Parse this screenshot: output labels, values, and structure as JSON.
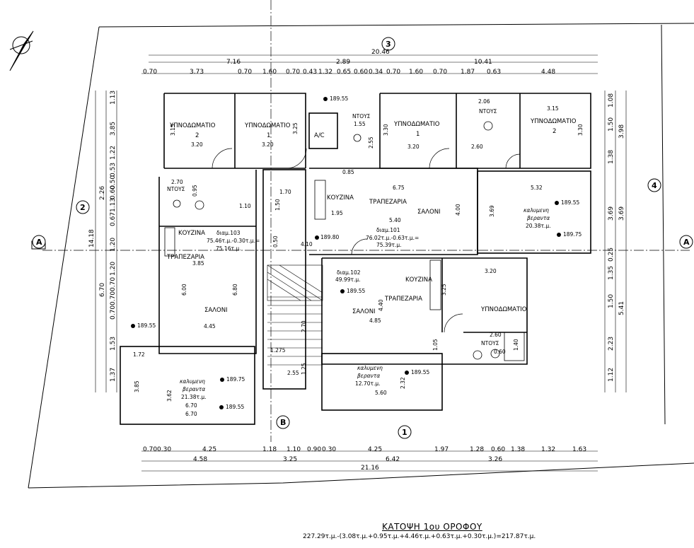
{
  "drawing": {
    "title": "ΚΑΤΟΨΗ 1ου ΟΡΟΦΟΥ",
    "area_calc": "227.29τ.μ.-(3.08τ.μ.+0.95τ.μ.+4.46τ.μ.+0.63τ.μ.+0.30τ.μ.)=217.87τ.μ."
  },
  "axes": {
    "a_left": "A",
    "a_right": "A",
    "b": "B",
    "one": "1",
    "two": "2",
    "three": "3",
    "four": "4"
  },
  "dims_top_total": "20.46",
  "dims_top_mid": [
    "7.16",
    "2.89",
    "10.41"
  ],
  "dims_top": [
    "0.70",
    "3.73",
    "0.70",
    "1.60",
    "0.70",
    "0.43",
    "1.32",
    "0.65",
    "0.60",
    "0.34",
    "0.70",
    "1.60",
    "0.70",
    "1.87",
    "0.63",
    "4.48"
  ],
  "dims_bottom": [
    "0.70",
    "0.30",
    "4.25",
    "1.18",
    "1.10",
    "0.90",
    "0.30",
    "4.25",
    "1.97",
    "1.28",
    "0.60",
    "1.38",
    "1.32",
    "1.63"
  ],
  "dims_bottom_mid": [
    "4.58",
    "3.25",
    "6.42",
    "3.26"
  ],
  "dims_bottom_total": "21.16",
  "dims_left": [
    "1.13",
    "3.85",
    "1.22",
    "0.53",
    "0.50",
    "0.60",
    "1.13",
    "0.67",
    "1.20",
    "1.20",
    "0.70",
    "0.70",
    "0.70",
    "1.53",
    "1.37"
  ],
  "dims_left_mid": [
    "2.26",
    "6.70"
  ],
  "dims_left_total": "14.18",
  "dims_right": [
    "1.08",
    "1.50",
    "1.38",
    "3.69",
    "0.25",
    "1.35",
    "1.50",
    "2.23",
    "1.12"
  ],
  "dims_right_mid": [
    "3.98",
    "3.69",
    "5.41"
  ],
  "rooms": {
    "bedroom": "ΥΠΝΟΔΩΜΑΤΙΟ",
    "living": "ΣΑΛΟΝΙ",
    "dining": "ΤΡΑΠΕΖΑΡΙΑ",
    "kitchen": "ΚΟΥΖΙΝΑ",
    "bath": "ΝΤΟΥΣ",
    "ac": "A/C",
    "veranda_1": "καλυμενη",
    "veranda_2": "βεραντα",
    "n1": "2",
    "n2": "1",
    "n3": "1",
    "n4": "2"
  },
  "apartments": {
    "apt103_name": "διαμ.103",
    "apt103_area": "75.46τ.μ.-0.30τ.μ.=",
    "apt103_net": "75.16τ.μ.",
    "apt101_name": "διαμ.101",
    "apt101_area": "76.02τ.μ.-0.63τ.μ.=",
    "apt101_net": "75.39τ.μ.",
    "apt102_name": "διαμ.102",
    "apt102_area": "49.99τ.μ."
  },
  "verandas": {
    "v_left_area": "21.38τ.μ.",
    "v_mid_area": "12.70τ.μ.",
    "v_right_area": "20.38τ.μ."
  },
  "levels": {
    "l1": "189.55",
    "l2": "189.55",
    "l3": "189.80",
    "l4": "189.55",
    "l5": "189.75",
    "l6": "189.55",
    "l7": "189.55",
    "l8": "189.55",
    "l9": "189.75"
  },
  "inner_dims": {
    "d_320a": "3.20",
    "d_320b": "3.20",
    "d_320c": "3.20",
    "d_320d": "3.20",
    "d_315a": "3.15",
    "d_315b": "3.15",
    "d_325a": "3.25",
    "d_330a": "3.30",
    "d_330b": "3.30",
    "d_675": "6.75",
    "d_540": "5.40",
    "d_400": "4.00",
    "d_532": "5.32",
    "d_369": "3.69",
    "d_385": "3.85",
    "d_600": "6.00",
    "d_680": "6.80",
    "d_445": "4.45",
    "d_440": "4.40",
    "d_485": "4.85",
    "d_325b": "3.25",
    "d_260a": "2.60",
    "d_260b": "2.60",
    "d_270a": "2.70",
    "d_270b": "2.70",
    "d_170": "1.70",
    "d_150": "1.50",
    "d_255a": "2.55",
    "d_255b": "2.55",
    "d_206": "2.06",
    "d_155": "1.55",
    "d_195": "1.95",
    "d_110": "1.10",
    "d_095": "0.95",
    "d_275": "1.275",
    "d_172": "1.72",
    "d_670a": "6.70",
    "d_670b": "6.70",
    "d_385b": "3.85",
    "d_362": "3.62",
    "d_560": "5.60",
    "d_232": "2.32",
    "d_105": "1.05",
    "d_060": "0.60",
    "d_140": "1.40",
    "d_085": "0.85",
    "d_410": "4.10",
    "d_050": "0.50",
    "d_125": "1.25"
  }
}
